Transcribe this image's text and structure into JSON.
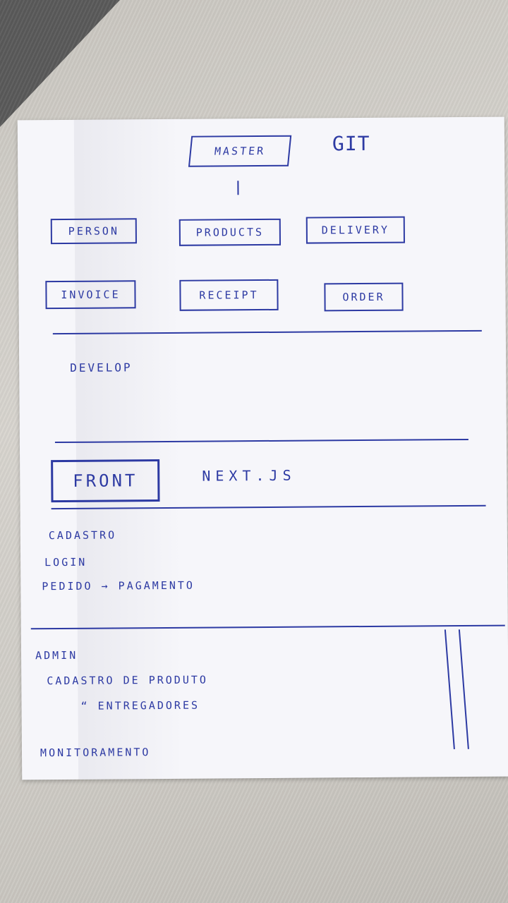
{
  "diagram": {
    "title": "GIT",
    "root": "MASTER",
    "branches_row1": [
      "PERSON",
      "PRODUCTS",
      "DELIVERY"
    ],
    "branches_row2": [
      "INVOICE",
      "RECEIPT",
      "ORDER"
    ],
    "develop": "DEVELOP",
    "front": {
      "label": "FRONT",
      "framework": "NEXT.JS",
      "items": [
        "CADASTRO",
        "LOGIN",
        "PEDIDO → PAGAMENTO"
      ]
    },
    "admin": {
      "label": "ADMIN",
      "items": [
        "CADASTRO DE PRODUTO",
        "“ ENTREGADORES",
        "MONITORAMENTO"
      ]
    }
  }
}
